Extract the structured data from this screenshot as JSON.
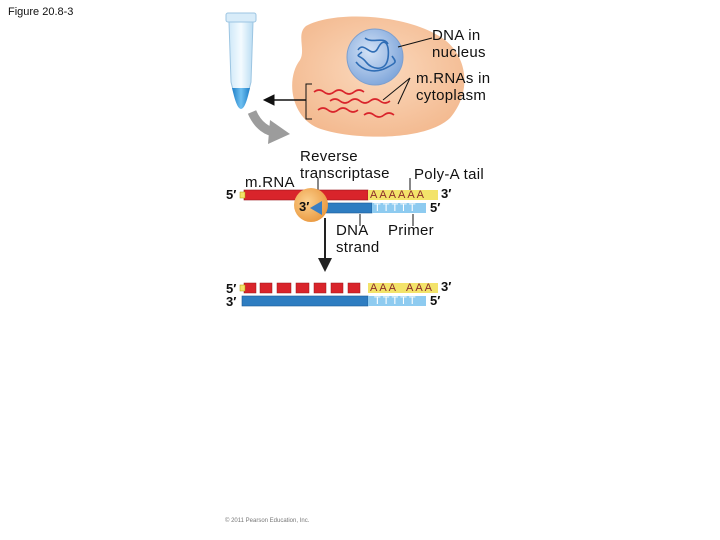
{
  "figure_label": "Figure 20.8-3",
  "labels": {
    "dna_in_nucleus": [
      "DNA in",
      "nucleus"
    ],
    "mrnas_in_cytoplasm": [
      "m.RNAs in",
      "cytoplasm"
    ],
    "reverse_transcriptase": [
      "Reverse",
      "transcriptase"
    ],
    "poly_a_tail": "Poly-A tail",
    "mrna": "m.RNA",
    "dna_strand": [
      "DNA",
      "strand"
    ],
    "primer": "Primer"
  },
  "ends": {
    "five_prime": "5′",
    "three_prime": "3′"
  },
  "sequences": {
    "poly_a": "AAAAAA",
    "poly_t": "TTTTT",
    "poly_a_split_left": "AAA",
    "poly_a_split_right": "AAA"
  },
  "copyright": "© 2011 Pearson Education, Inc.",
  "colors": {
    "cell": "#f6c7a2",
    "nucleus": "#a6c3e8",
    "mrna_red": "#d9242b",
    "dna_blue": "#2e7dc1",
    "primer_light_blue": "#8ecbf0",
    "polya_yellow": "#f3e36a",
    "enzyme_orange": "#f1a94a",
    "tube_blue": "#4aa3de"
  }
}
